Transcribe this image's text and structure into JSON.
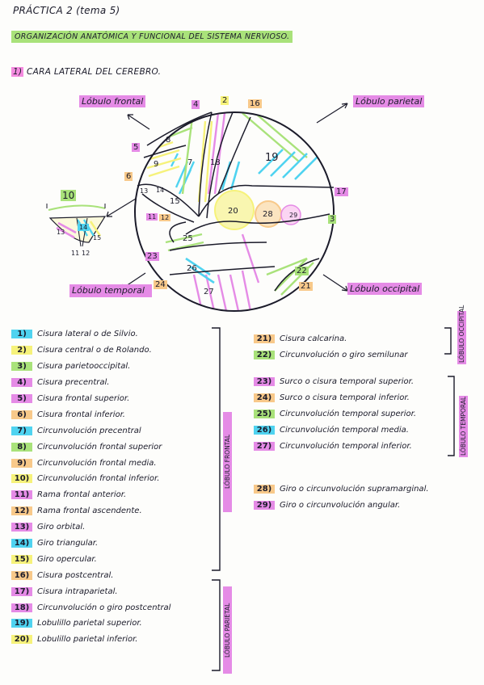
{
  "header": {
    "title": "PRÁCTICA 2  (tema 5)",
    "subtitle": "ORGANIZACIÓN ANATÓMICA Y FUNCIONAL DEL SISTEMA NERVIOSO.",
    "section_number": "1)",
    "section_title": "CARA LATERAL DEL CEREBRO."
  },
  "colors": {
    "blue": "#4fd3f0",
    "orange": "#f8c98a",
    "yellow": "#f6f27a",
    "pink": "#e58be6",
    "green": "#a9e27a"
  },
  "diagram": {
    "lobes": {
      "frontal": "Lóbulo frontal",
      "parietal": "Lóbulo parietal",
      "temporal": "Lóbulo temporal",
      "occipital": "Lóbulo occipital"
    },
    "numbers": {
      "n2": "2",
      "n3": "3",
      "n4": "4",
      "n5": "5",
      "n6": "6",
      "n7": "7",
      "n8": "8",
      "n9": "9",
      "n10": "10",
      "n11a": "11",
      "n12a": "12",
      "n11b": "11",
      "n12b": "12",
      "n13a": "13",
      "n14a": "14",
      "n13b": "13",
      "n14b": "14",
      "n15a": "15",
      "n15b": "15",
      "n16": "16",
      "n17": "17",
      "n18": "18",
      "n19": "19",
      "n20": "20",
      "n21": "21",
      "n22": "22",
      "n23": "23",
      "n24": "24",
      "n25": "25",
      "n26": "26",
      "n27": "27",
      "n28": "28",
      "n29": "29"
    }
  },
  "left_list": [
    {
      "num": "1)",
      "text": "Cisura lateral o de Silvio.",
      "color": "#4fd3f0"
    },
    {
      "num": "2)",
      "text": "Cisura central o de Rolando.",
      "color": "#f6f27a"
    },
    {
      "num": "3)",
      "text": "Cisura parietooccipital.",
      "color": "#a9e27a"
    },
    {
      "num": "4)",
      "text": "Cisura precentral.",
      "color": "#e58be6"
    },
    {
      "num": "5)",
      "text": "Cisura frontal superior.",
      "color": "#e58be6"
    },
    {
      "num": "6)",
      "text": "Cisura frontal inferior.",
      "color": "#f8c98a"
    },
    {
      "num": "7)",
      "text": "Circunvolución precentral",
      "color": "#4fd3f0"
    },
    {
      "num": "8)",
      "text": "Circunvolución frontal superior",
      "color": "#a9e27a"
    },
    {
      "num": "9)",
      "text": "Circunvolución frontal media.",
      "color": "#f8c98a"
    },
    {
      "num": "10)",
      "text": "Circunvolución frontal inferior.",
      "color": "#f6f27a"
    },
    {
      "num": "11)",
      "text": "Rama frontal anterior.",
      "color": "#e58be6"
    },
    {
      "num": "12)",
      "text": "Rama frontal ascendente.",
      "color": "#f8c98a"
    },
    {
      "num": "13)",
      "text": "Giro orbital.",
      "color": "#e58be6"
    },
    {
      "num": "14)",
      "text": "Giro triangular.",
      "color": "#4fd3f0"
    },
    {
      "num": "15)",
      "text": "Giro opercular.",
      "color": "#f6f27a"
    },
    {
      "num": "16)",
      "text": "Cisura postcentral.",
      "color": "#f8c98a"
    },
    {
      "num": "17)",
      "text": "Cisura intraparietal.",
      "color": "#e58be6"
    },
    {
      "num": "18)",
      "text": "Circunvolución o giro postcentral",
      "color": "#e58be6"
    },
    {
      "num": "19)",
      "text": "Lobulillo parietal superior.",
      "color": "#4fd3f0"
    },
    {
      "num": "20)",
      "text": "Lobulillo parietal inferior.",
      "color": "#f6f27a"
    }
  ],
  "right_list_a": [
    {
      "num": "21)",
      "text": "Cisura calcarina.",
      "color": "#f8c98a"
    },
    {
      "num": "22)",
      "text": "Circunvolución o giro semilunar",
      "color": "#a9e27a"
    }
  ],
  "right_list_b": [
    {
      "num": "23)",
      "text": "Surco o cisura temporal superior.",
      "color": "#e58be6"
    },
    {
      "num": "24)",
      "text": "Surco o cisura temporal inferior.",
      "color": "#f8c98a"
    },
    {
      "num": "25)",
      "text": "Circunvolución temporal superior.",
      "color": "#a9e27a"
    },
    {
      "num": "26)",
      "text": "Circunvolución temporal media.",
      "color": "#4fd3f0"
    },
    {
      "num": "27)",
      "text": "Circunvolución temporal inferior.",
      "color": "#e58be6"
    }
  ],
  "right_list_c": [
    {
      "num": "28)",
      "text": "Giro o circunvolución supramarginal.",
      "color": "#f8c98a"
    },
    {
      "num": "29)",
      "text": "Giro o circunvolución angular.",
      "color": "#e58be6"
    }
  ],
  "brackets": {
    "frontal": "LÓBULO FRONTAL",
    "parietal": "LÓBULO PARIETAL",
    "occipital": "LÓBULO OCCIPITAL",
    "temporal": "LÓBULO TEMPORAL"
  }
}
